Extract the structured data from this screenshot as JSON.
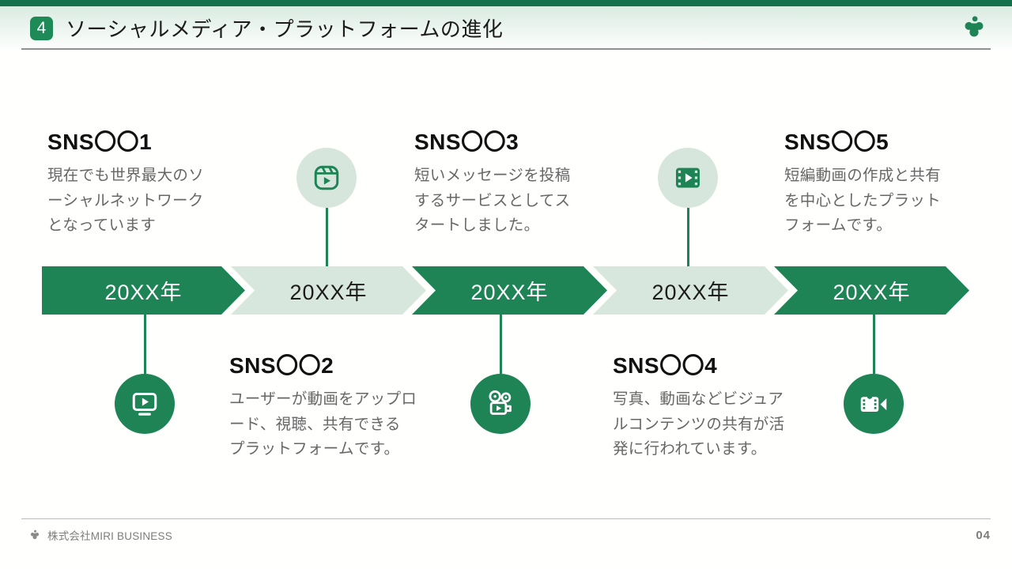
{
  "header": {
    "badge": "4",
    "title": "ソーシャルメディア・プラットフォームの進化",
    "logo_icon": "brand-trefoil-icon"
  },
  "timeline": {
    "year_labels": [
      "20XX年",
      "20XX年",
      "20XX年",
      "20XX年",
      "20XX年"
    ]
  },
  "items": [
    {
      "title": "SNS〇〇1",
      "desc": "現在でも世界最大のソ\nーシャルネットワーク\nとなっています",
      "icon": "tv-play-icon",
      "text_position": "above",
      "icon_position": "below"
    },
    {
      "title": "SNS〇〇2",
      "desc": "ユーザーが動画をアップロ\nード、視聴、共有できる\nプラットフォームです。",
      "icon": "reels-icon",
      "text_position": "below",
      "icon_position": "above"
    },
    {
      "title": "SNS〇〇3",
      "desc": "短いメッセージを投稿\nするサービスとしてス\nタートしました。",
      "icon": "movie-camera-icon",
      "text_position": "above",
      "icon_position": "below"
    },
    {
      "title": "SNS〇〇4",
      "desc": "写真、動画などビジュア\nルコンテンツの共有が活\n発に行われています。",
      "icon": "film-play-icon",
      "text_position": "below",
      "icon_position": "above"
    },
    {
      "title": "SNS〇〇5",
      "desc": "短編動画の作成と共有\nを中心としたプラット\nフォームです。",
      "icon": "film-rewind-icon",
      "text_position": "above",
      "icon_position": "below"
    }
  ],
  "footer": {
    "company": "株式会社MIRI BUSINESS",
    "page": "04",
    "logo_icon": "brand-trefoil-icon"
  },
  "colors": {
    "primary_green": "#1e8455",
    "topbar_green": "#14704a",
    "light_green": "#d8e7de",
    "desc_gray": "#676767",
    "footer_gray": "#7d7d7d"
  }
}
